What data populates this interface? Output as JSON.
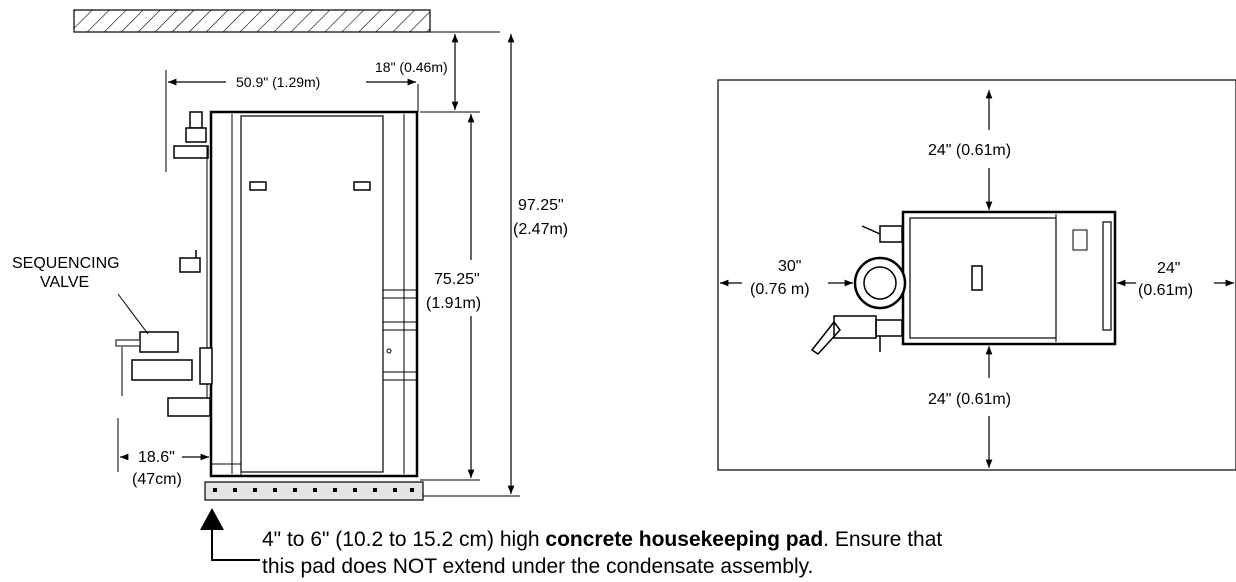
{
  "side_view": {
    "width_dim": "50.9\" (1.29m)",
    "top_clearance": "18\" (0.46m)",
    "overall_height": [
      "97.25\"",
      "(2.47m)"
    ],
    "unit_height": [
      "75.25\"",
      "(1.91m)"
    ],
    "depth_dim": [
      "18.6\"",
      "(47cm)"
    ],
    "sequencing_label": [
      "SEQUENCING",
      "VALVE"
    ]
  },
  "top_view": {
    "top_clearance": "24\" (0.61m)",
    "left_clearance": [
      "30\"",
      "(0.76 m)"
    ],
    "right_clearance": [
      "24\"",
      "(0.61m)"
    ],
    "bottom_clearance": "24\" (0.61m)"
  },
  "note": {
    "prefix": "4\" to 6\" (10.2  to 15.2 cm) high ",
    "bold": "concrete housekeeping pad",
    "suffix": ". Ensure that",
    "line2": "this pad does NOT extend under the condensate assembly."
  }
}
